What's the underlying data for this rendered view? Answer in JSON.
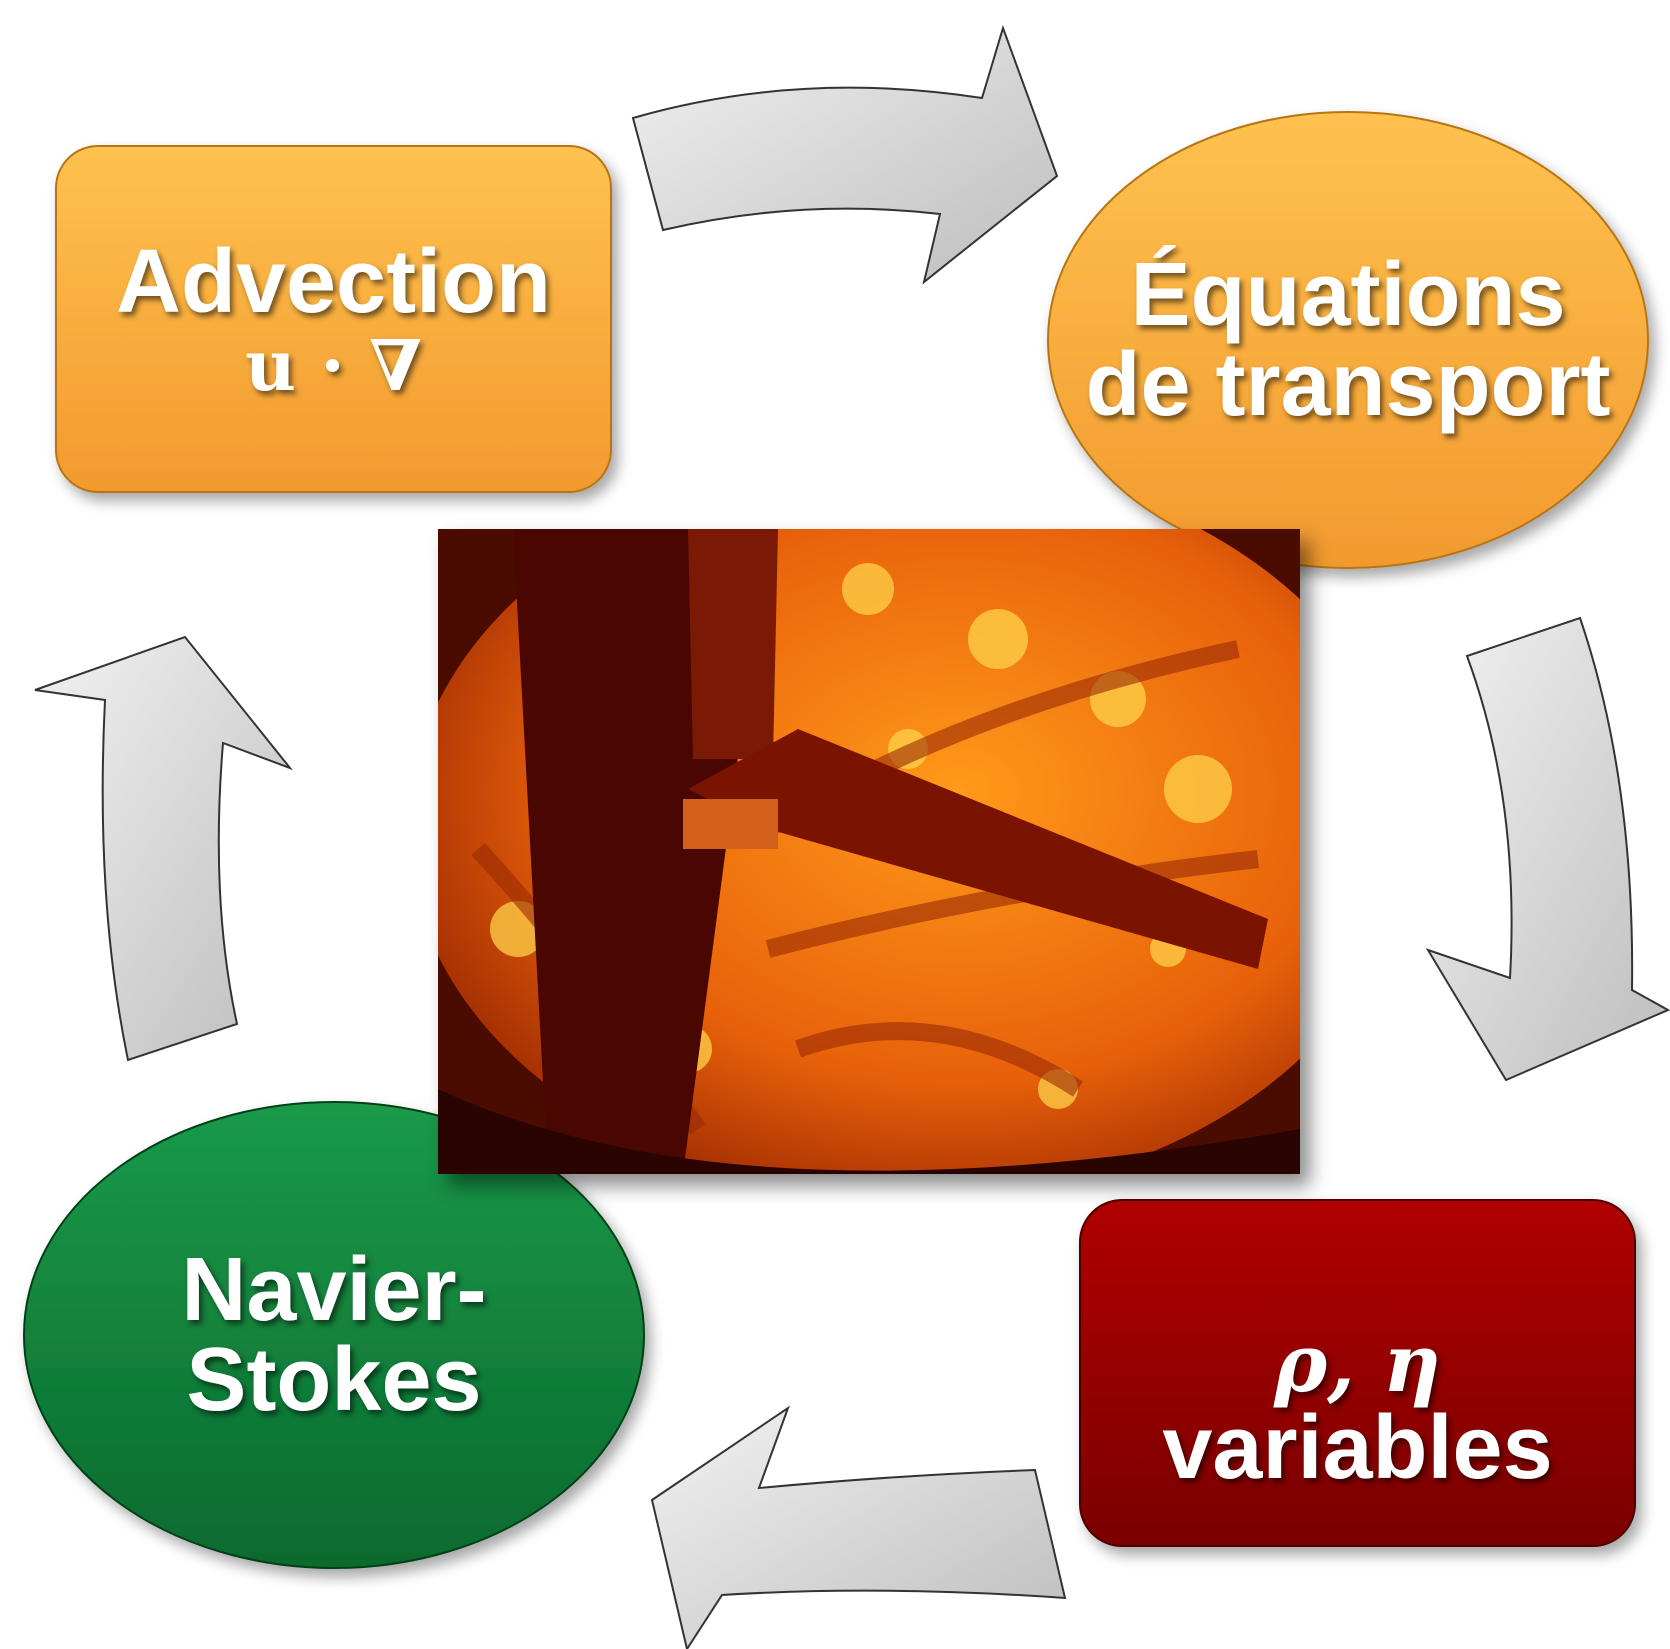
{
  "nodes": {
    "advection": {
      "title": "Advection",
      "formula": "u · ∇"
    },
    "transport": {
      "line1": "Équations",
      "line2": "de transport"
    },
    "variables": {
      "formula": "ρ, η",
      "label": "variables"
    },
    "navier_stokes": {
      "line1": "Navier-",
      "line2": "Stokes"
    }
  },
  "colors": {
    "orange_top": "#FFC24F",
    "orange_bottom": "#F29A2E",
    "red_top": "#B00000",
    "red_bottom": "#7A0000",
    "green_top": "#1A9A4A",
    "green_bottom": "#0B6A2E",
    "arrow_fill": "#D8D8D8",
    "arrow_stroke": "#333333"
  },
  "photo": {
    "subject": "orange glowing experimental cell with a vertical rod and a horizontal probe arm"
  }
}
